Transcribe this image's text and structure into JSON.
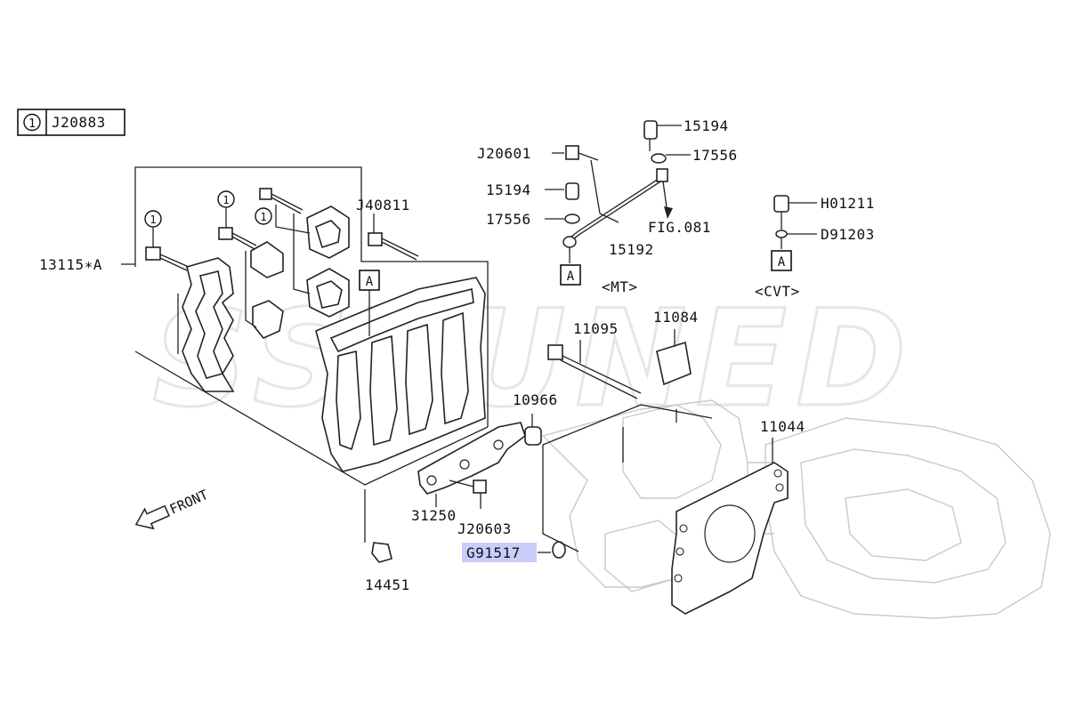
{
  "watermark": {
    "text": "SSTUNED"
  },
  "header_code": {
    "circle_index": "1",
    "code": "J20883"
  },
  "callouts": {
    "circle_marks": [
      "1",
      "1",
      "1",
      "1"
    ],
    "box_marks": [
      "A",
      "A",
      "A"
    ]
  },
  "labels": {
    "p13115": "13115∗A",
    "pJ40811": "J40811",
    "pJ20601": "J20601",
    "p15194_top": "15194",
    "p17556_top": "17556",
    "p15194_mid": "15194",
    "p17556_mid": "17556",
    "pFIG081": "FIG.081",
    "p15192": "15192",
    "pMT": "<MT>",
    "pH01211": "H01211",
    "pD91203": "D91203",
    "pCVT": "<CVT>",
    "p11095": "11095",
    "p11084": "11084",
    "p10966": "10966",
    "p11044": "11044",
    "p31250": "31250",
    "pJ20603": "J20603",
    "pG91517": "G91517",
    "p14451": "14451",
    "front": "FRONT"
  },
  "highlight_color": "#c9cdfa"
}
